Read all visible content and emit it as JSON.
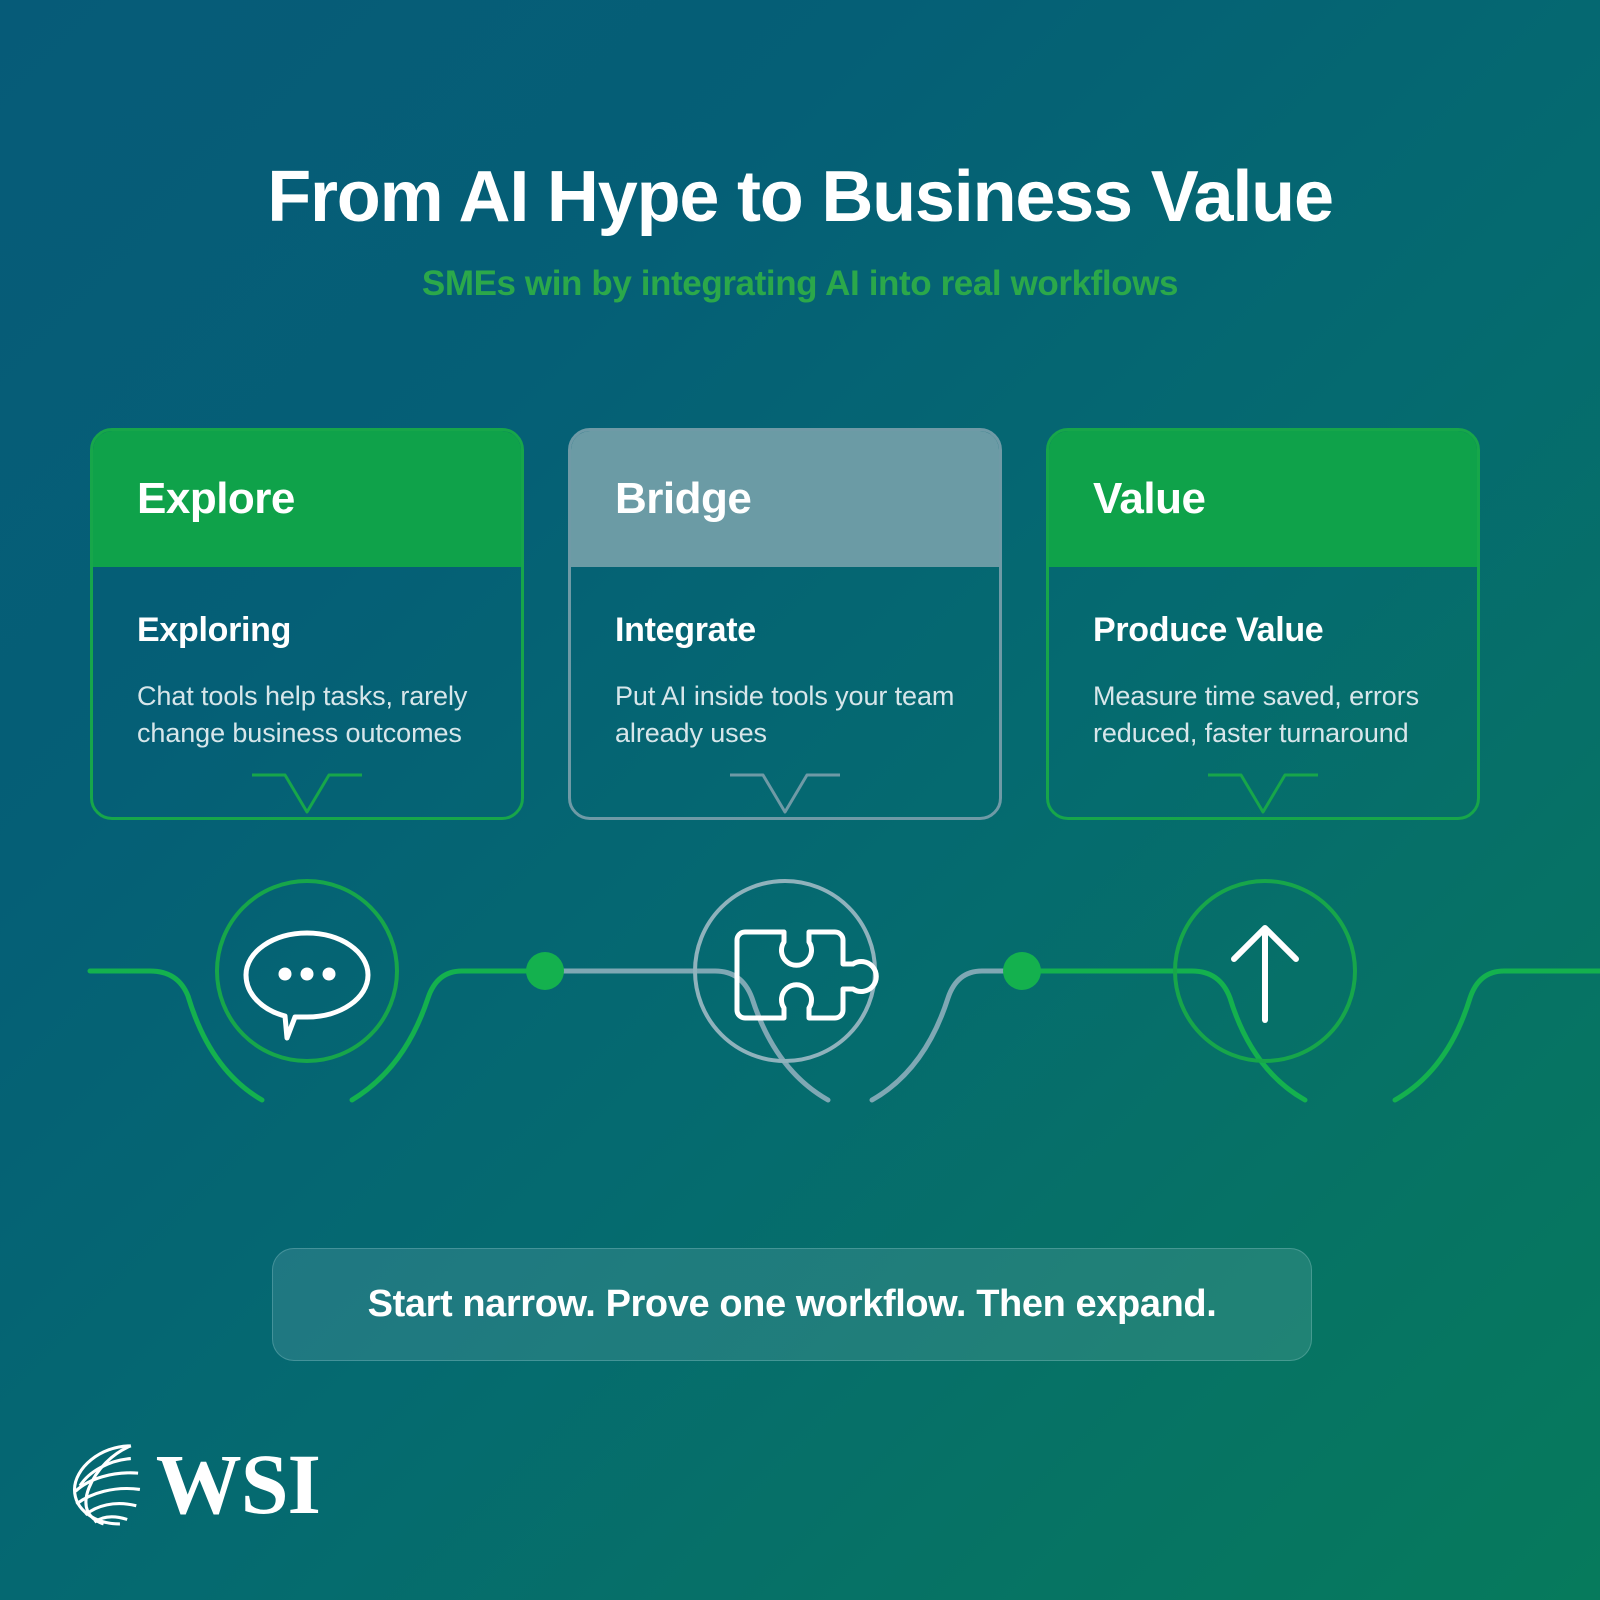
{
  "header": {
    "title": "From AI Hype to Business Value",
    "subtitle": "SMEs win by integrating AI into real workflows"
  },
  "cards": [
    {
      "stage": "Explore",
      "heading": "Exploring",
      "description": "Chat tools help tasks, rarely change business outcomes",
      "style": "green",
      "icon": "chat-bubble-icon",
      "accent": "#17a64a",
      "head_bg": "#0fa24a"
    },
    {
      "stage": "Bridge",
      "heading": "Integrate",
      "description": "Put AI inside tools your team already uses",
      "style": "slate",
      "icon": "puzzle-piece-icon",
      "accent": "#6f9aa6",
      "head_bg": "#6b9ba5"
    },
    {
      "stage": "Value",
      "heading": "Produce Value",
      "description": "Measure time saved, errors reduced, faster turnaround",
      "style": "green",
      "icon": "arrow-up-icon",
      "accent": "#17a64a",
      "head_bg": "#0fa24a"
    }
  ],
  "banner": {
    "text": "Start narrow. Prove one workflow. Then expand."
  },
  "logo": {
    "text": "WSI",
    "mark": "globe-icon"
  },
  "colors": {
    "bg_start": "#065b78",
    "bg_end": "#067a5c",
    "green": "#17a64a",
    "green_bright": "#14b14e",
    "slate": "#6f9aa6",
    "subtitle_green": "#2ba84a",
    "text_white": "#ffffff",
    "text_muted": "#d7e6ea"
  }
}
